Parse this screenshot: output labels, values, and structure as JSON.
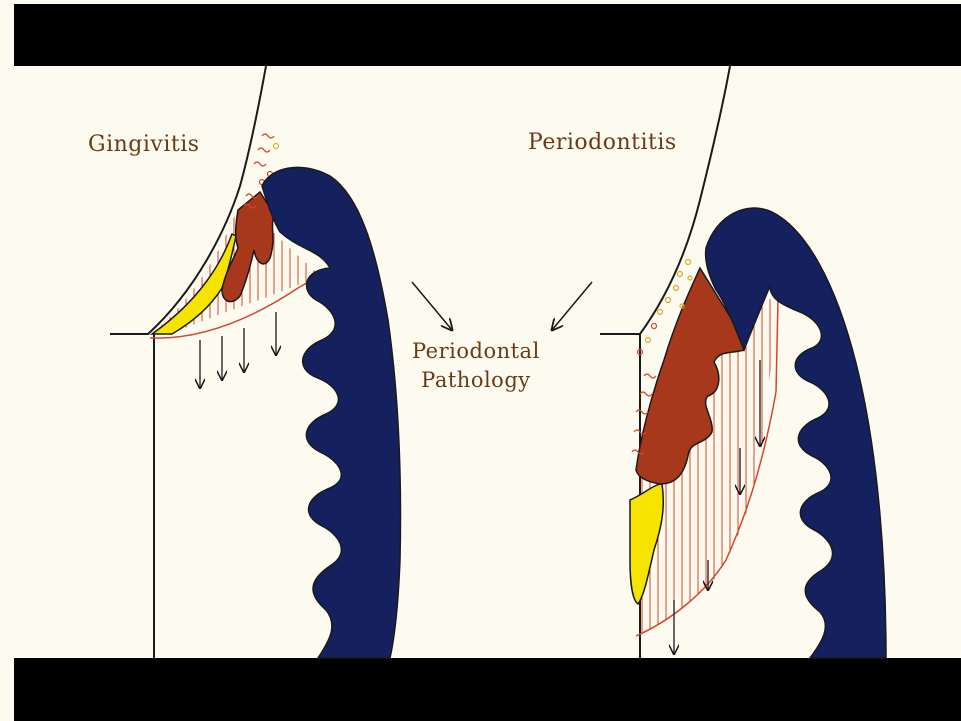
{
  "labels": {
    "left": "Gingivitis",
    "right": "Periodontitis",
    "center_line1": "Periodontal",
    "center_line2": "Pathology"
  },
  "colors": {
    "background": "#fdfbef",
    "bars": "#000000",
    "tooth_dark": "#14215e",
    "inflamed_tissue": "#a8381c",
    "plaque_yellow": "#f6e400",
    "hatch_red": "#d5452a",
    "label_text": "#6b3a14",
    "outline": "#1a1a1a"
  }
}
